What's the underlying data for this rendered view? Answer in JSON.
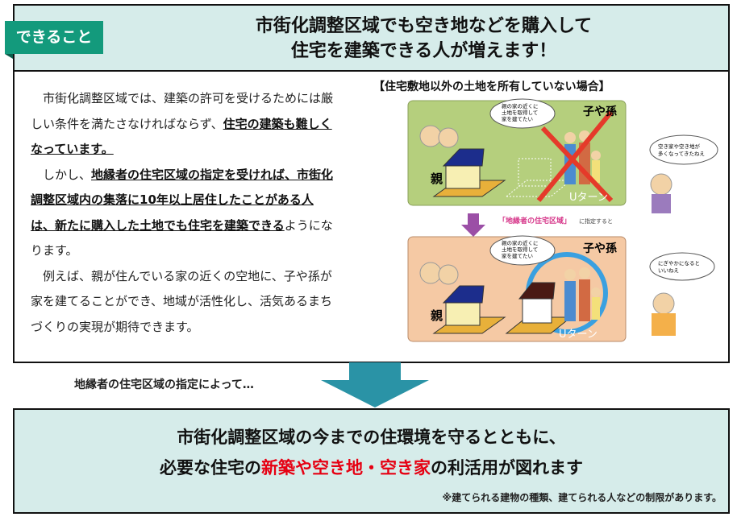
{
  "tag": "できること",
  "header": {
    "line1": "市街化調整区域でも空き地などを購入して",
    "line2": "住宅を建築できる人が増えます！"
  },
  "body": {
    "p1a": "市街化調整区域では、建築の許可を受けるためには厳しい条件を満たさなければならず、",
    "p1b": "住宅の建築も難しくなっています。",
    "p2a": "しかし、",
    "p2b": "地縁者の住宅区域の指定を受ければ、市街化調整区域内の集落に10年以上居住したことがある人は、新たに購入した土地でも住宅を建築できる",
    "p2c": "ようになります。",
    "p3": "例えば、親が住んでいる家の近くの空地に、子や孫が家を建てることができ、地域が活性化し、活気あるまちづくりの実現が期待できます。"
  },
  "illustration": {
    "title": "【住宅敷地以外の土地を所有していない場合】",
    "parent": "親",
    "children": "子や孫",
    "uturn": "Uターン",
    "wish": [
      "親の家の近くに",
      "土地を取得して",
      "家を建てたい"
    ],
    "elder_before": [
      "空き家や空き地が",
      "多くなってきたねえ"
    ],
    "elder_after": [
      "にぎやかになると",
      "いいねえ"
    ],
    "designation": "「地縁者の住宅区域」",
    "designation_suffix": "に指定すると"
  },
  "by": "地縁者の住宅区域の指定によって…",
  "bottom": {
    "line1": "市街化調整区域の今までの住環境を守るとともに、",
    "line2a": "必要な住宅の",
    "line2b": "新築や空き地・空き家",
    "line2c": "の利活用が図れます",
    "note": "※建てられる建物の種類、建てられる人などの制限があります。"
  },
  "colors": {
    "teal": "#139a7c",
    "panel": "#d6ecea",
    "red": "#e60012",
    "arrow": "#2a93a6"
  }
}
